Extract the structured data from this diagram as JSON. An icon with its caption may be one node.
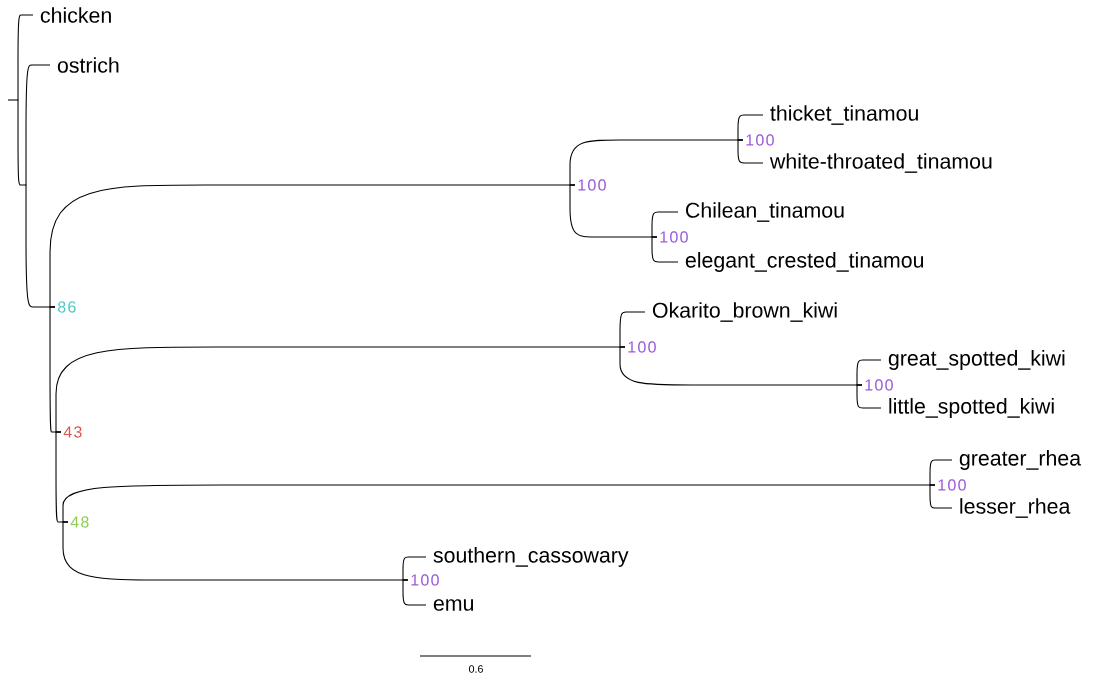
{
  "diagram": {
    "nodes": [
      {
        "text": [],
        "shape": "point"
      },
      {
        "text": [
          "chicken"
        ]
      },
      {
        "text": [],
        "shape": "point"
      },
      {
        "text": [
          "ostrich"
        ]
      },
      {
        "text": [
          "86"
        ]
      },
      {
        "text": [
          "100"
        ]
      },
      {
        "text": [
          "100"
        ]
      },
      {
        "text": [
          "thicket_tinamou"
        ]
      },
      {
        "text": [
          "white-throated_tinamou"
        ]
      },
      {
        "text": [
          "100"
        ]
      },
      {
        "text": [
          "Chilean_tinamou"
        ]
      },
      {
        "text": [
          "elegant_crested_tinamou"
        ]
      },
      {
        "text": [
          "43"
        ]
      },
      {
        "text": [
          "100"
        ]
      },
      {
        "text": [
          "Okarito_brown_kiwi"
        ]
      },
      {
        "text": [
          "100"
        ]
      },
      {
        "text": [
          "great_spotted_kiwi"
        ]
      },
      {
        "text": [
          "little_spotted_kiwi"
        ]
      },
      {
        "text": [
          "48"
        ]
      },
      {
        "text": [
          "100"
        ]
      },
      {
        "text": [
          "greater_rhea"
        ]
      },
      {
        "text": [
          "lesser_rhea"
        ]
      },
      {
        "text": [
          "100"
        ]
      },
      {
        "text": [
          "southern_cassowary"
        ]
      },
      {
        "text": [
          "emu"
        ]
      }
    ],
    "edges": [
      {
        "from": 0,
        "to": 1,
        "arrow": "none"
      },
      {
        "from": 0,
        "to": 2,
        "arrow": "none"
      },
      {
        "from": 2,
        "to": 3,
        "arrow": "none"
      },
      {
        "from": 2,
        "to": 4,
        "arrow": "none"
      },
      {
        "from": 4,
        "to": 5,
        "arrow": "none"
      },
      {
        "from": 5,
        "to": 6,
        "arrow": "none"
      },
      {
        "from": 6,
        "to": 7,
        "arrow": "none"
      },
      {
        "from": 6,
        "to": 8,
        "arrow": "none"
      },
      {
        "from": 5,
        "to": 9,
        "arrow": "none"
      },
      {
        "from": 9,
        "to": 10,
        "arrow": "none"
      },
      {
        "from": 9,
        "to": 11,
        "arrow": "none"
      },
      {
        "from": 4,
        "to": 12,
        "arrow": "none"
      },
      {
        "from": 12,
        "to": 13,
        "arrow": "none"
      },
      {
        "from": 13,
        "to": 14,
        "arrow": "none"
      },
      {
        "from": 13,
        "to": 15,
        "arrow": "none"
      },
      {
        "from": 15,
        "to": 16,
        "arrow": "none"
      },
      {
        "from": 15,
        "to": 17,
        "arrow": "none"
      },
      {
        "from": 12,
        "to": 18,
        "arrow": "none"
      },
      {
        "from": 18,
        "to": 19,
        "arrow": "none"
      },
      {
        "from": 19,
        "to": 20,
        "arrow": "none"
      },
      {
        "from": 19,
        "to": 21,
        "arrow": "none"
      },
      {
        "from": 18,
        "to": 22,
        "arrow": "none"
      },
      {
        "from": 22,
        "to": 23,
        "arrow": "none"
      },
      {
        "from": 22,
        "to": 24,
        "arrow": "none"
      }
    ],
    "labels": [
      "0.6"
    ]
  }
}
